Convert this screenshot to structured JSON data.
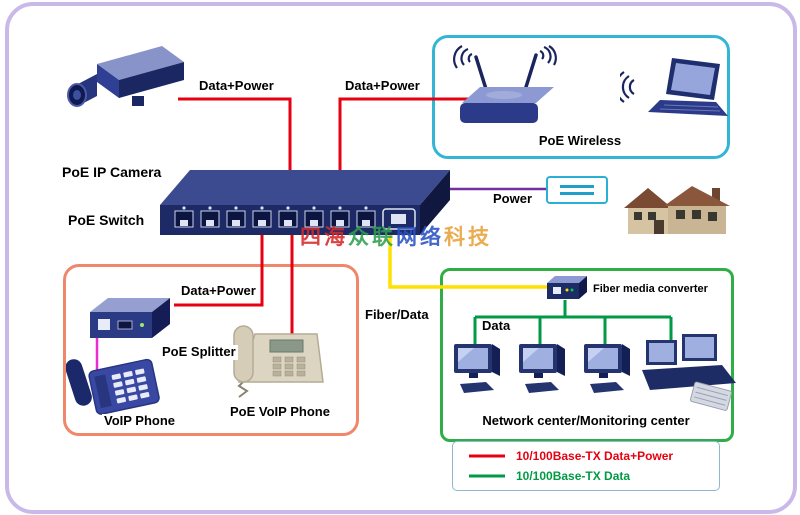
{
  "diagram": {
    "labels": {
      "camera": "PoE IP Camera",
      "switch": "PoE Switch",
      "data_power_camera": "Data+Power",
      "data_power_wireless": "Data+Power",
      "data_power_splitter": "Data+Power",
      "power": "Power",
      "wireless_zone": "PoE Wireless",
      "splitter": "PoE  Splitter",
      "voip_phone": "VoIP Phone",
      "poe_voip_phone": "PoE VoIP Phone",
      "fiber_data": "Fiber/Data",
      "fiber_media_converter": "Fiber media converter",
      "data": "Data",
      "network_center": "Network center/Monitoring center"
    },
    "legend": {
      "items": [
        {
          "label": "10/100Base-TX Data+Power",
          "color": "#e60012"
        },
        {
          "label": "10/100Base-TX Data",
          "color": "#009a44"
        }
      ]
    },
    "watermark": {
      "parts": [
        {
          "text": "四海",
          "color": "#d42a2a"
        },
        {
          "text": "众联",
          "color": "#2e9e4f"
        },
        {
          "text": "网络",
          "color": "#2a52c4"
        },
        {
          "text": "科技",
          "color": "#e8a13a"
        }
      ]
    },
    "colors": {
      "line_data_power": "#e60012",
      "line_data": "#009a44",
      "line_fiber": "#ffe100",
      "line_power": "#7030a0",
      "line_phone": "#ee2bd0",
      "zone_wireless": "#33b5d5",
      "zone_splitter": "#f0876a",
      "zone_network": "#2fae46",
      "frame": "#c9b9e8",
      "device_navy": "#24346f"
    }
  }
}
